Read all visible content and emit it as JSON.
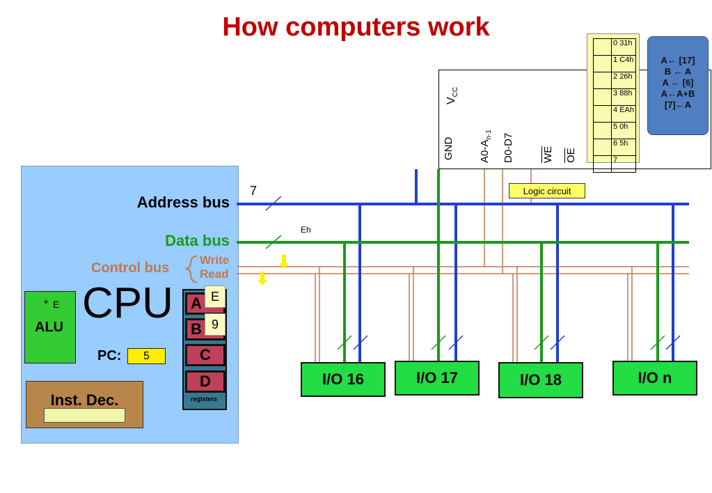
{
  "title": "How computers work",
  "buses": {
    "address": "Address bus",
    "data": "Data bus",
    "control": "Control bus",
    "write": "Write",
    "read": "Read",
    "address_width": "7",
    "data_value": "Eh"
  },
  "cpu": {
    "label": "CPU",
    "alu": "ALU",
    "alu_op": "+",
    "alu_value": "E",
    "pc_label": "PC:",
    "pc_value": "5",
    "inst_dec": "Inst. Dec.",
    "inst_dec_value": "",
    "registers_label": "registers",
    "registers": [
      "A",
      "B",
      "C",
      "D"
    ],
    "reg_a_value": "E",
    "reg_b_value": "9"
  },
  "memory": {
    "vcc": "V",
    "vcc_sub": "CC",
    "gnd": "GND",
    "addr": "A0-A",
    "addr_sub": "n-1",
    "data": "D0-D7",
    "we": "WE",
    "oe": "OE",
    "cells": [
      {
        "addr": "0",
        "value": "31h"
      },
      {
        "addr": "1",
        "value": "C4h"
      },
      {
        "addr": "2",
        "value": "26h"
      },
      {
        "addr": "3",
        "value": "88h"
      },
      {
        "addr": "4",
        "value": "EAh"
      },
      {
        "addr": "5",
        "value": "0h"
      },
      {
        "addr": "6",
        "value": "5h"
      },
      {
        "addr": "7",
        "value": ""
      }
    ]
  },
  "logic_circuit": "Logic circuit",
  "program": [
    "A← [17]",
    "B ← A",
    "A ← [6]",
    "A←A+B",
    "[7]←A"
  ],
  "io": [
    "I/O 16",
    "I/O 17",
    "I/O 18",
    "I/O n"
  ],
  "colors": {
    "title": "#c00000",
    "address_bus": "#1f3fcf",
    "data_bus": "#1a9a1a",
    "control_bus": "#c07850",
    "cpu": "#99ccff",
    "io": "#22dd44",
    "scroll": "#4f7fc0"
  }
}
